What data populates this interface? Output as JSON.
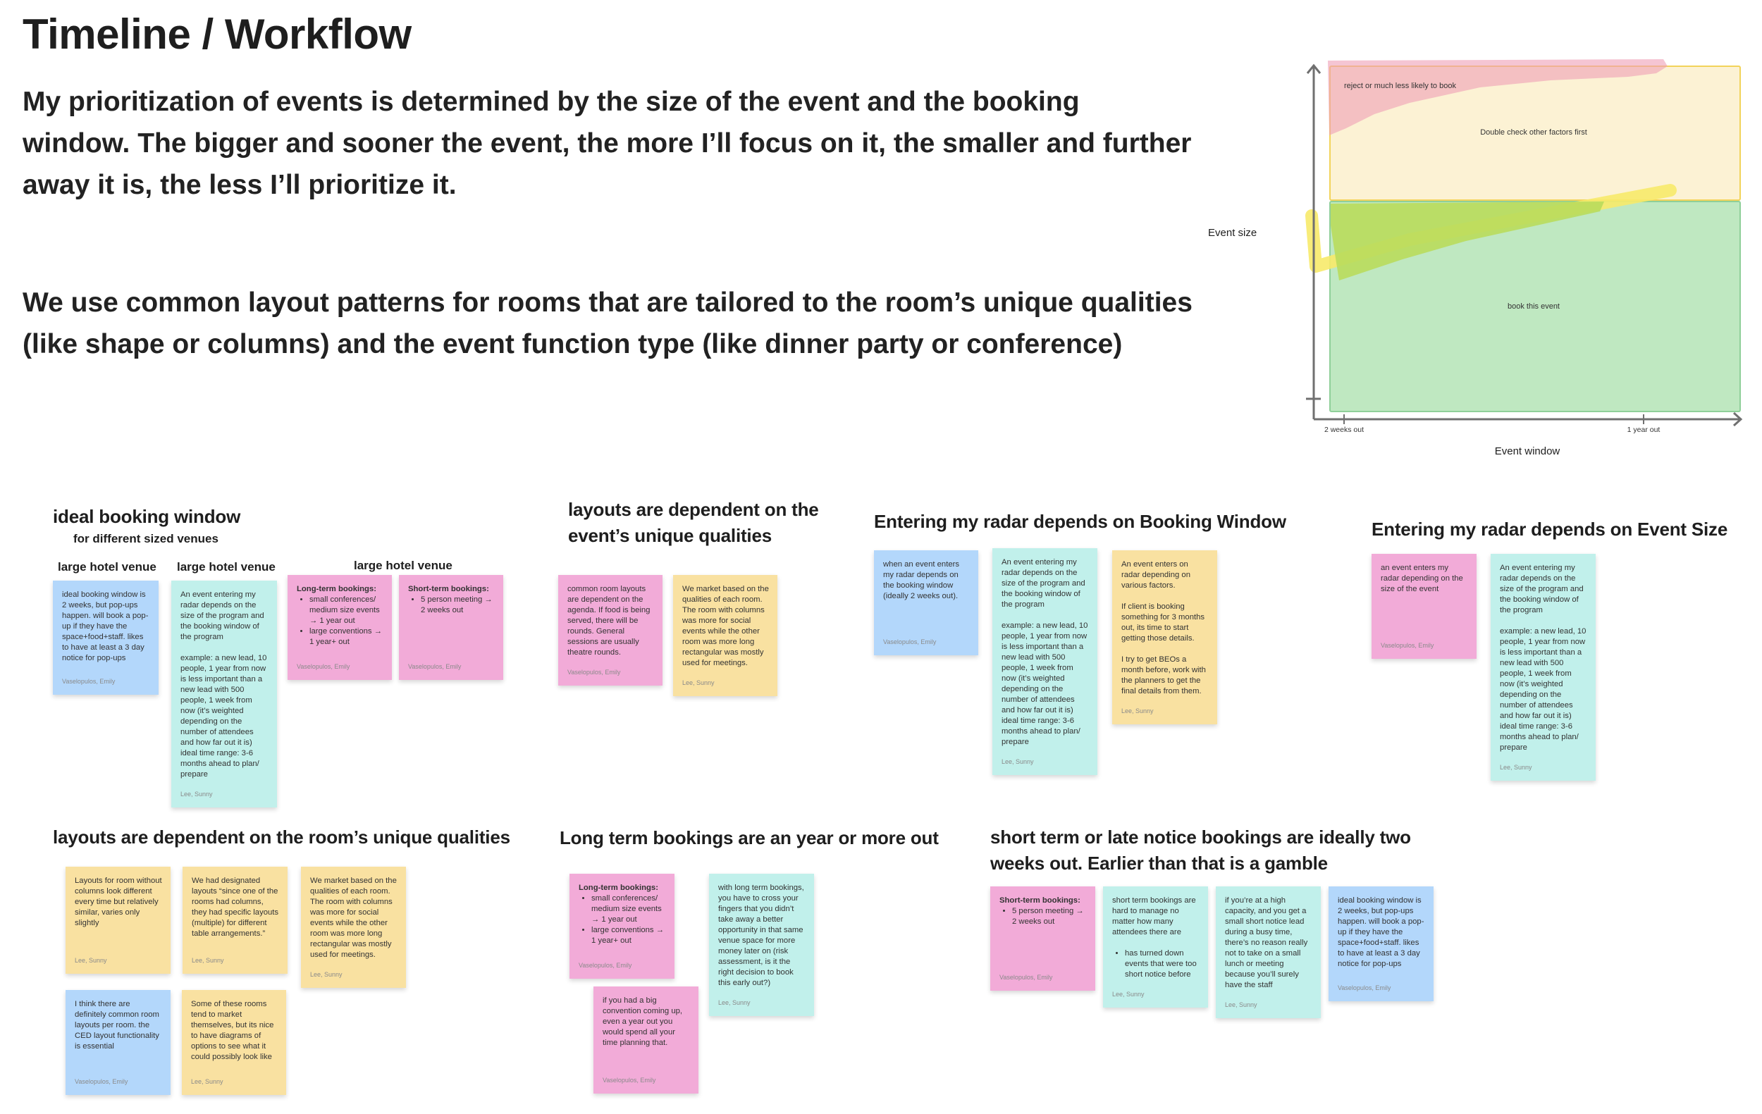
{
  "title": "Timeline / Workflow",
  "intro": [
    "My prioritization of events is determined by the size of the event and the booking window. The bigger and sooner the event, the more I’ll focus on it, the smaller and further away it is, the less I’ll prioritize it.",
    "We use common layout patterns for rooms that are tailored to the room’s unique qualities (like shape or columns) and the event function type (like dinner party or conference)"
  ],
  "palette": {
    "blue": "#b3d7fb",
    "teal": "#c1f0eb",
    "pink": "#f2abd8",
    "yellow": "#f9e1a1"
  },
  "diagram": {
    "y_axis_label": "Event size",
    "x_axis_label": "Event window",
    "x_ticks": [
      "2 weeks out",
      "1 year out"
    ],
    "zones": [
      {
        "label": "reject or much less likely to book",
        "color": "#f3bfcd"
      },
      {
        "label": "Double check other factors first",
        "color": "#fcf2d4",
        "border": "#f2d35a"
      },
      {
        "label": "book this event",
        "color": "#bfe8c1",
        "border": "#8fcf99"
      }
    ]
  },
  "sections": [
    {
      "heading": "ideal booking window",
      "subheading": "for different sized venues",
      "labels": [
        "large hotel venue",
        "large hotel venue",
        "large hotel venue"
      ],
      "notes": [
        {
          "color": "blue",
          "blocks": [
            {
              "p": "ideal booking window is 2 weeks, but pop-ups happen. will book a pop-up if they have the space+food+staff. likes to have at least a 3 day notice for pop-ups"
            }
          ],
          "author": "Vaselopulos, Emily"
        },
        {
          "color": "teal",
          "blocks": [
            {
              "p": "An event entering my radar depends on the size of the program and the booking window of the program"
            },
            {
              "p": "example: a new lead, 10 people, 1 year from now is less important than a new lead with 500 people, 1 week from now (it’s weighted depending on the number of attendees and how far out it is)\nideal time range: 3-6 months ahead to plan/ prepare"
            }
          ],
          "author": "Lee, Sunny"
        },
        {
          "color": "pink",
          "blocks": [
            {
              "h": "Long-term bookings:"
            },
            {
              "ul": [
                "small conferences/ medium size events → 1 year out",
                "large conventions → 1 year+ out"
              ]
            }
          ],
          "author": "Vaselopulos, Emily"
        },
        {
          "color": "pink",
          "blocks": [
            {
              "h": "Short-term bookings:"
            },
            {
              "ul": [
                "5 person meeting → 2 weeks out"
              ]
            }
          ],
          "author": "Vaselopulos, Emily"
        }
      ]
    },
    {
      "heading": "layouts are dependent on the event’s unique qualities",
      "notes": [
        {
          "color": "pink",
          "blocks": [
            {
              "p": "common room layouts are dependent on the agenda. If food is being served, there will be rounds. General sessions are usually theatre rounds."
            }
          ],
          "author": "Vaselopulos, Emily"
        },
        {
          "color": "yellow",
          "blocks": [
            {
              "p": "We market based on the qualities of each room. The room with columns was more for social events while the other room was more long rectangular was mostly used for meetings."
            }
          ],
          "author": "Lee, Sunny"
        }
      ]
    },
    {
      "heading": "Entering my radar depends on Booking Window",
      "notes": [
        {
          "color": "blue",
          "blocks": [
            {
              "p": "when an event enters my radar depends on the booking window (ideally 2 weeks out)."
            }
          ],
          "author": "Vaselopulos, Emily"
        },
        {
          "color": "teal",
          "blocks": [
            {
              "p": "An event entering my radar depends on the size of the program and the booking window of the program"
            },
            {
              "p": "example: a new lead, 10 people, 1 year from now is less important than a new lead with 500 people, 1 week from now (it’s weighted depending on the number of attendees and how far out it is)\nideal time range: 3-6 months ahead to plan/ prepare"
            }
          ],
          "author": "Lee, Sunny"
        },
        {
          "color": "yellow",
          "blocks": [
            {
              "p": "An event enters on radar depending on various factors."
            },
            {
              "p": "If client is booking something for 3 months out, its time to start getting those details."
            },
            {
              "p": "I try to get BEOs a month before, work with the planners to get the final details from them."
            }
          ],
          "author": "Lee, Sunny"
        }
      ]
    },
    {
      "heading": "Entering my radar depends on Event Size",
      "notes": [
        {
          "color": "pink",
          "blocks": [
            {
              "p": "an event enters my radar depending on the size of the event"
            }
          ],
          "author": "Vaselopulos, Emily"
        },
        {
          "color": "teal",
          "blocks": [
            {
              "p": "An event entering my radar depends on the size of the program and the booking window of the program"
            },
            {
              "p": "example: a new lead, 10 people, 1 year from now is less important than a new lead with 500 people, 1 week from now (it’s weighted depending on the number of attendees and how far out it is)\nideal time range: 3-6 months ahead to plan/ prepare"
            }
          ],
          "author": "Lee, Sunny"
        }
      ]
    },
    {
      "heading": "layouts are dependent on the room’s unique qualities",
      "notes": [
        {
          "color": "yellow",
          "blocks": [
            {
              "p": "Layouts for room without columns look different every time but relatively similar, varies only slightly"
            }
          ],
          "author": "Lee, Sunny"
        },
        {
          "color": "yellow",
          "blocks": [
            {
              "p": "We had designated layouts “since one of the rooms had columns, they had specific layouts (multiple) for different table arrangements.”"
            }
          ],
          "author": "Lee, Sunny"
        },
        {
          "color": "yellow",
          "blocks": [
            {
              "p": "We market based on the qualities of each room. The room with columns was more for social events while the other room was more long rectangular was mostly used for meetings."
            }
          ],
          "author": "Lee, Sunny"
        },
        {
          "color": "blue",
          "blocks": [
            {
              "p": "I think there are definitely common room layouts per room. the CED layout functionality is essential"
            }
          ],
          "author": "Vaselopulos, Emily"
        },
        {
          "color": "yellow",
          "blocks": [
            {
              "p": "Some of these rooms tend to market themselves, but its nice to have diagrams of options to see what it could possibly look like"
            }
          ],
          "author": "Lee, Sunny"
        }
      ]
    },
    {
      "heading": "Long term bookings are an year or more out",
      "notes": [
        {
          "color": "pink",
          "blocks": [
            {
              "h": "Long-term bookings:"
            },
            {
              "ul": [
                "small conferences/ medium size events → 1 year out",
                "large conventions → 1 year+ out"
              ]
            }
          ],
          "author": "Vaselopulos, Emily"
        },
        {
          "color": "pink",
          "blocks": [
            {
              "p": "if you had a big convention coming up, even a year out you would spend all your time planning that."
            }
          ],
          "author": "Vaselopulos, Emily"
        },
        {
          "color": "teal",
          "blocks": [
            {
              "p": "with long term bookings, you have to cross your fingers that you didn’t take away a better opportunity in that same venue space for more money later on (risk assessment, is it the right decision to book this early out?)"
            }
          ],
          "author": "Lee, Sunny"
        }
      ]
    },
    {
      "heading": "short term or late notice bookings are ideally two weeks out. Earlier than that is a gamble",
      "notes": [
        {
          "color": "pink",
          "blocks": [
            {
              "h": "Short-term bookings:"
            },
            {
              "ul": [
                "5 person meeting → 2 weeks out"
              ]
            }
          ],
          "author": "Vaselopulos, Emily"
        },
        {
          "color": "teal",
          "blocks": [
            {
              "p": "short term bookings are hard to manage no matter how many attendees there are"
            },
            {
              "ul": [
                "has turned down events that were too short notice before"
              ]
            }
          ],
          "author": "Lee, Sunny"
        },
        {
          "color": "teal",
          "blocks": [
            {
              "p": "if you’re at a high capacity, and you get a small short notice lead during a busy time, there’s no reason really not to take on a small lunch or meeting because you’ll surely have the staff"
            }
          ],
          "author": "Lee, Sunny"
        },
        {
          "color": "blue",
          "blocks": [
            {
              "p": "ideal booking window is 2 weeks, but pop-ups happen. will book a pop-up if they have the space+food+staff. likes to have at least a 3 day notice for pop-ups"
            }
          ],
          "author": "Vaselopulos, Emily"
        }
      ]
    }
  ]
}
